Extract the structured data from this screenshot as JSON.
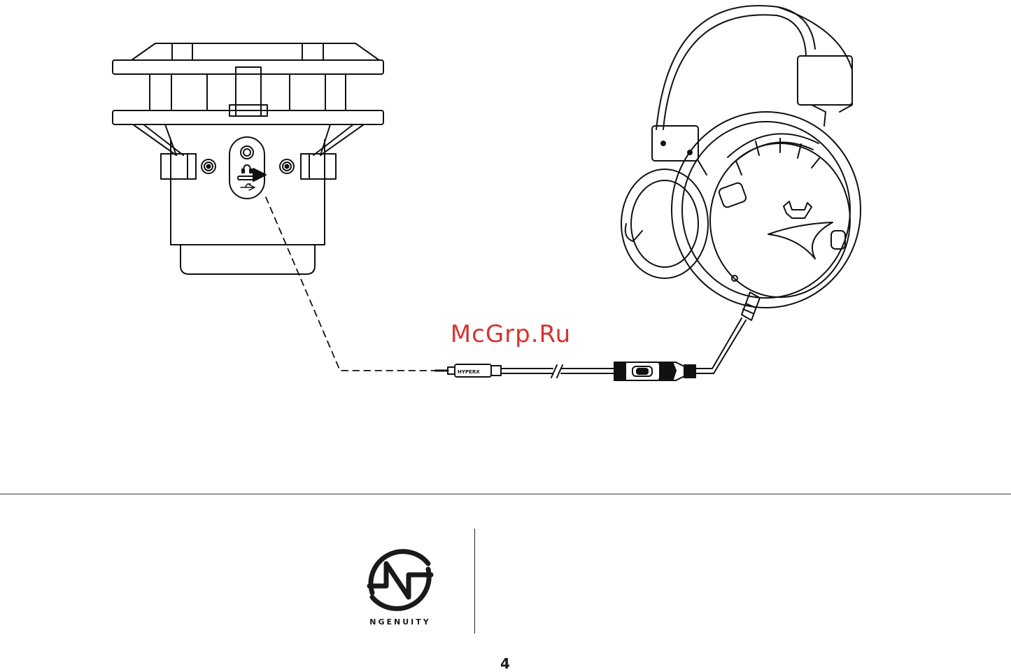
{
  "watermark": {
    "text": "McGrp.Ru",
    "color": "#d8322f"
  },
  "illustration": {
    "microphone": {
      "icons": [
        "headphone-icon",
        "usb-icon",
        "arrow-icon"
      ]
    },
    "cable": {
      "plug_label": "HYPERX"
    },
    "headset": {
      "brand_mark": "hyperx-logo"
    }
  },
  "footer": {
    "logo_text": "NGENUITY",
    "page_number": "4"
  }
}
